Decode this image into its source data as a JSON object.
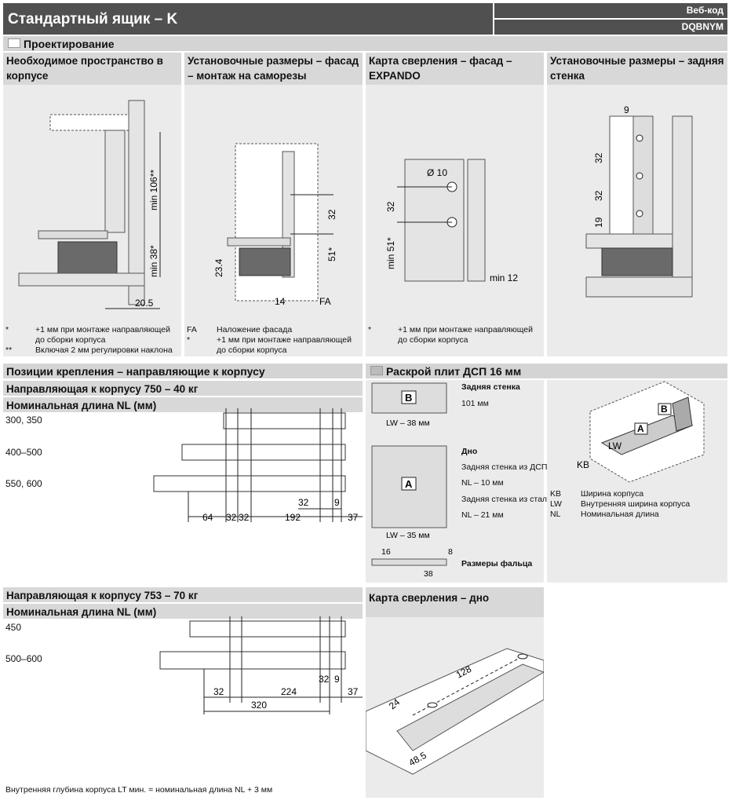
{
  "header": {
    "title": "Стандартный ящик – K",
    "web_code_label": "Веб-код",
    "web_code": "DQBNYM"
  },
  "design": {
    "title": "Проектирование",
    "panels": [
      {
        "title": "Необходимое пространство в корпусе",
        "dims": [
          "min 106**",
          "min 38*",
          "20.5"
        ],
        "notes": [
          {
            "mark": "*",
            "text": "+1 мм при монтаже направляющей до сборки корпуса"
          },
          {
            "mark": "**",
            "text": "Включая 2 мм регулировки наклона"
          }
        ]
      },
      {
        "title": "Установочные размеры – фасад – монтаж на саморезы",
        "dims": [
          "32",
          "51*",
          "23.4",
          "14",
          "FA"
        ],
        "notes": [
          {
            "mark": "FA",
            "text": "Наложение фасада"
          },
          {
            "mark": "*",
            "text": "+1 мм при монтаже направляющей до сборки корпуса"
          }
        ]
      },
      {
        "title": "Карта сверления – фасад – EXPANDO",
        "dims": [
          "Ø 10",
          "32",
          "min 51*",
          "min 12"
        ],
        "notes": [
          {
            "mark": "*",
            "text": "+1 мм при монтаже направляющей до сборки корпуса"
          }
        ]
      },
      {
        "title": "Установочные размеры – задняя стенка",
        "dims": [
          "9",
          "32",
          "32",
          "19"
        ]
      }
    ]
  },
  "positions": {
    "title": "Позиции крепления – направляющие к корпусу",
    "runner1": {
      "title": "Направляющая к корпусу 750 – 40 кг",
      "nl_label": "Номинальная длина NL (мм)",
      "lengths": [
        "300, 350",
        "400–500",
        "550, 600"
      ],
      "dims": [
        "32",
        "9",
        "64",
        "32",
        "32",
        "192",
        "37"
      ]
    },
    "runner2": {
      "title": "Направляющая к корпусу 753 – 70 кг",
      "nl_label": "Номинальная длина NL (мм)",
      "lengths": [
        "450",
        "500–600"
      ],
      "dims": [
        "32",
        "9",
        "32",
        "224",
        "37",
        "320"
      ]
    },
    "footnote": "Внутренняя глубина корпуса LT мин. = номинальная длина NL + 3 мм"
  },
  "cutting": {
    "title": "Раскрой плит ДСП 16 мм",
    "back_letter": "B",
    "back_label": "Задняя стенка",
    "back_height": "101 мм",
    "back_width": "LW – 38 мм",
    "bottom_letter": "A",
    "bottom_label": "Дно",
    "bottom_lines": [
      "Задняя стенка из ДСП",
      "NL – 10 мм",
      "Задняя стенка из стали",
      "NL – 21 мм"
    ],
    "bottom_width": "LW – 35 мм",
    "rebate": {
      "d1": "16",
      "d2": "8",
      "d3": "38",
      "label": "Размеры фальца"
    },
    "iso_labels": [
      "A",
      "B",
      "LW",
      "KB"
    ],
    "legend": [
      {
        "k": "KB",
        "v": "Ширина корпуса"
      },
      {
        "k": "LW",
        "v": "Внутренняя ширина корпуса"
      },
      {
        "k": "NL",
        "v": "Номинальная длина"
      }
    ]
  },
  "drill_bottom": {
    "title": "Карта сверления – дно",
    "dims": [
      "128",
      "24",
      "48.5"
    ]
  }
}
